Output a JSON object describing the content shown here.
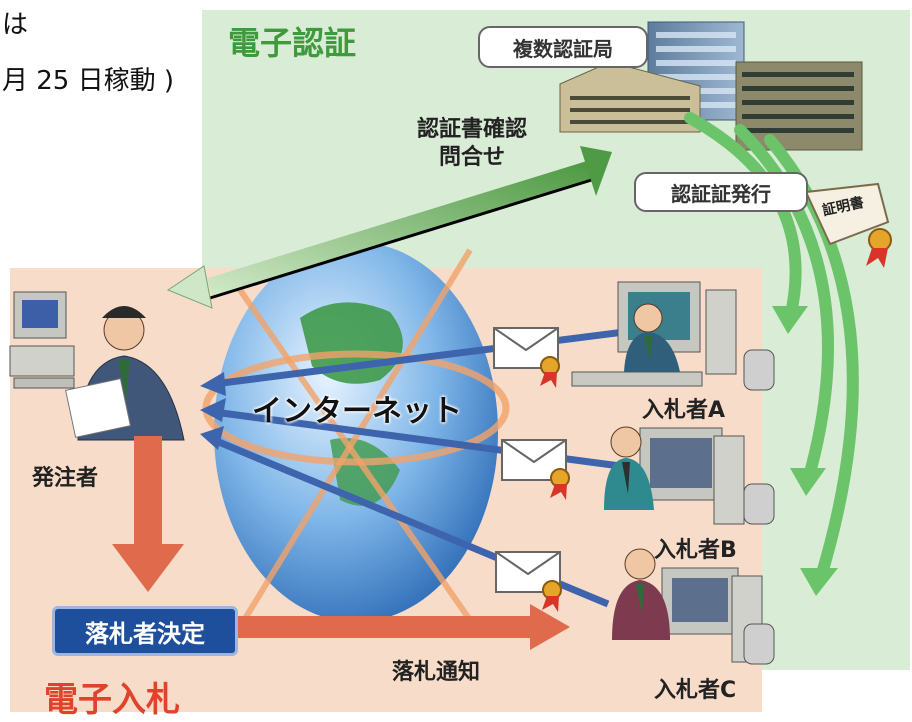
{
  "header": {
    "line1": "は",
    "line2": "月 25 日稼動 )"
  },
  "certification": {
    "title": "電子認証",
    "authority_label": "複数認証局",
    "issue_label": "認証証発行",
    "certificate_text": "証明書",
    "inquiry_label_line1": "認証書確認",
    "inquiry_label_line2": "問合せ"
  },
  "bidding": {
    "title": "電子入札",
    "internet_label": "インターネット",
    "orderer_label": "発注者",
    "winner_decision_label": "落札者決定",
    "winner_notice_label": "落札通知",
    "bidders": [
      {
        "label": "入札者A"
      },
      {
        "label": "入札者B"
      },
      {
        "label": "入札者C"
      }
    ]
  },
  "colors": {
    "green_panel": "#d9ecd6",
    "peach_panel": "#f6dcc9",
    "green_title": "#3f9a3c",
    "red_title": "#e0432c",
    "blue_arrow": "#3d64ad",
    "red_arrow": "#e06a4c",
    "decision_box": "#1e4f9c"
  }
}
